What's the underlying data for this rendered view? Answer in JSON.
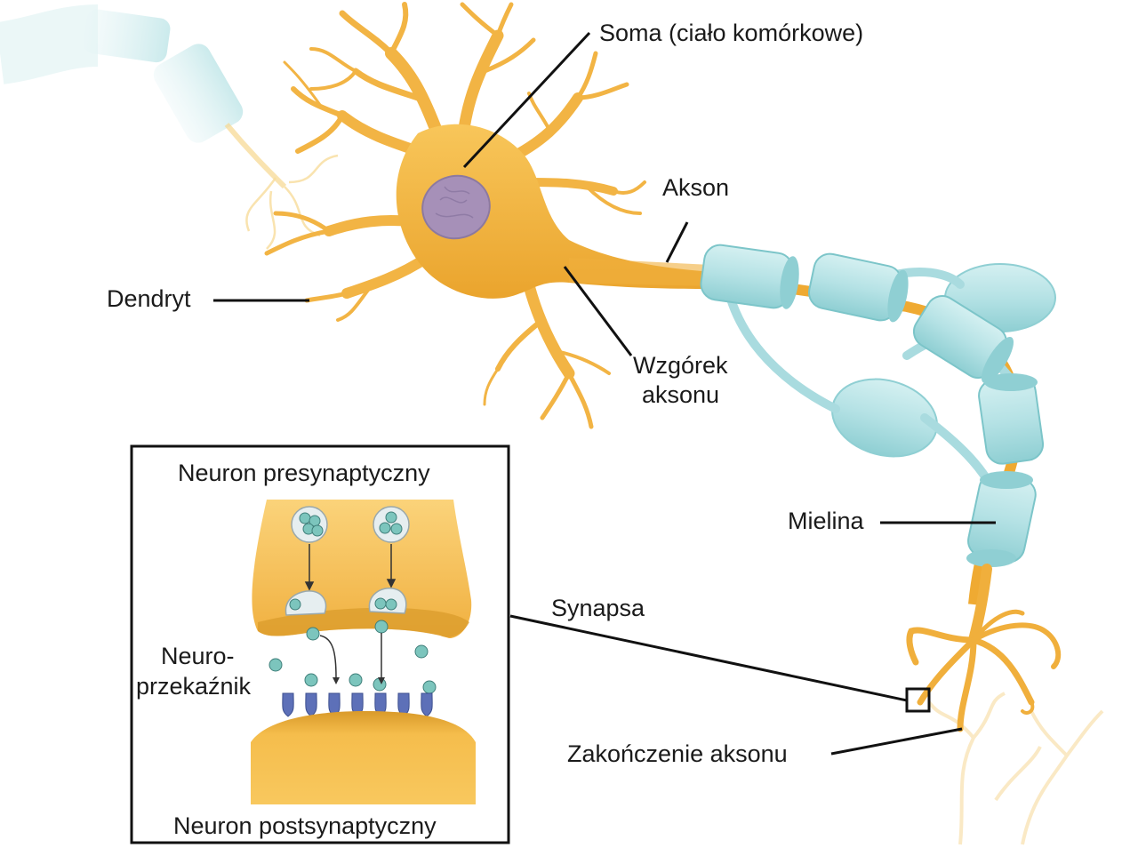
{
  "labels": {
    "soma": "Soma (ciało komórkowe)",
    "akson": "Akson",
    "dendryt": "Dendryt",
    "wzgorek_line1": "Wzgórek",
    "wzgorek_line2": "aksonu",
    "mielina": "Mielina",
    "synapsa": "Synapsa",
    "zakonczenie": "Zakończenie aksonu"
  },
  "inset": {
    "presynaptic": "Neuron presynaptyczny",
    "postsynaptic": "Neuron postsynaptyczny",
    "neuro_line1": "Neuro-",
    "neuro_line2": "przekaźnik"
  },
  "colors": {
    "cell_body": "#f5b841",
    "cell_shade": "#e29a23",
    "nucleus": "#a08fb0",
    "myelin": "#b7e3e6",
    "myelin_dark": "#7cc5c9",
    "receptor": "#5d70b8",
    "vesicle_dot": "#7cc5bd",
    "leader_line": "#111111"
  }
}
